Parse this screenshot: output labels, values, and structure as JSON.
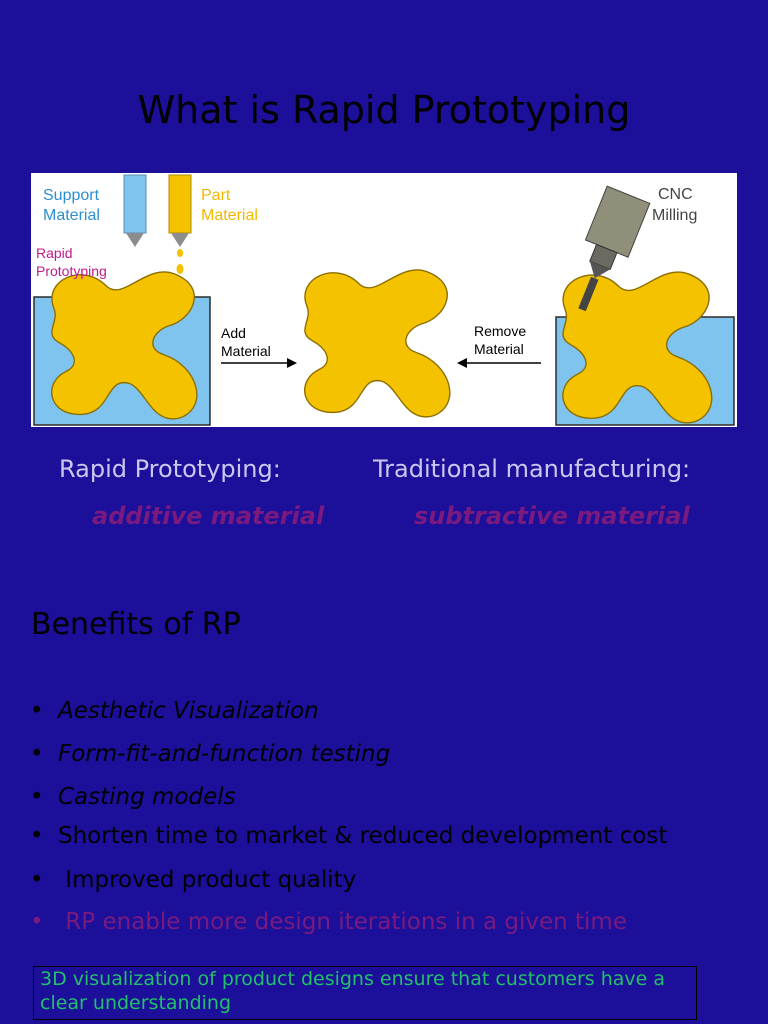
{
  "title": "What is Rapid Prototyping",
  "figure": {
    "support_label_1": "Support",
    "support_label_2": "Material",
    "part_label_1": "Part",
    "part_label_2": "Material",
    "rp_label_1": "Rapid",
    "rp_label_2": "Prototyping",
    "add_label_1": "Add",
    "add_label_2": "Material",
    "remove_label_1": "Remove",
    "remove_label_2": "Material",
    "cnc_label_1": "CNC",
    "cnc_label_2": "Milling",
    "colors": {
      "part": "#f5c200",
      "part_stroke": "#8a6f00",
      "support": "#7fc4ee",
      "support_text": "#2d8fd0",
      "rp_text": "#c21a8a",
      "part_text": "#f2b800"
    }
  },
  "left_heading": "Rapid Prototyping:",
  "left_sub": "additive material",
  "right_heading": "Traditional manufacturing:",
  "right_sub": "subtractive material",
  "benefits_heading": "Benefits of RP",
  "bullets": [
    {
      "text": "Aesthetic Visualization"
    },
    {
      "text": "Form-fit-and-function testing"
    },
    {
      "text": "Casting models"
    },
    {
      "text": "Shorten time to market & reduced development cost"
    },
    {
      "text": " Improved product quality"
    },
    {
      "text": " RP enable more design iterations in a given time"
    }
  ],
  "bullet_char": "•",
  "callout": "3D visualization of product designs ensure that customers have a clear understanding",
  "colors": {
    "background": "#1c0f9a",
    "accent_purple": "#7a1a7e",
    "callout_green": "#22c06a"
  }
}
